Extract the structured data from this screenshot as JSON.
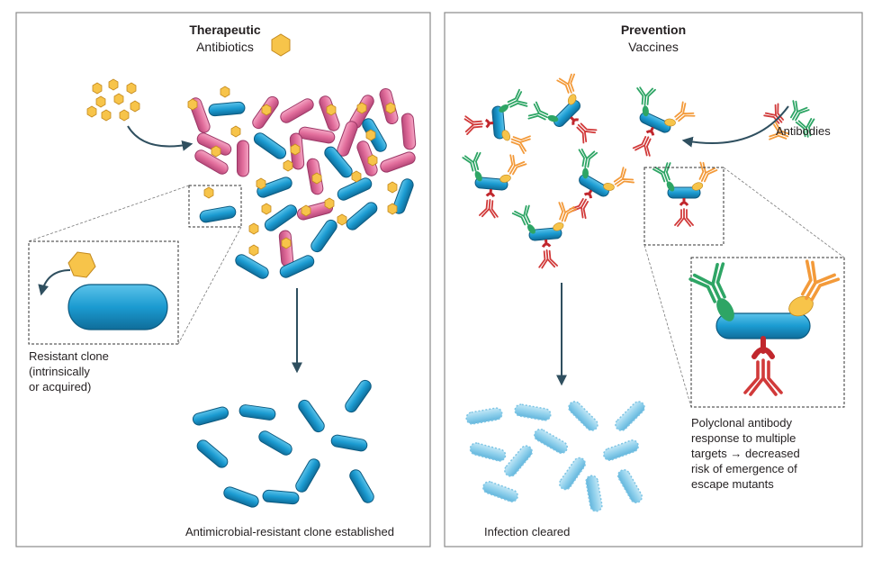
{
  "left_panel": {
    "title": "Therapeutic",
    "subtitle": "Antibiotics",
    "resistant_label": [
      "Resistant clone",
      "(intrinsically",
      "or acquired)"
    ],
    "outcome": "Antimicrobial-resistant clone established"
  },
  "right_panel": {
    "title": "Prevention",
    "subtitle": "Vaccines",
    "antibodies_label": "Antibodies",
    "outcome": "Infection cleared",
    "polyclonal_label": [
      "Polyclonal antibody",
      "response to multiple",
      "targets → decreased",
      "risk of emergence of",
      "escape mutants"
    ]
  },
  "colors": {
    "bacterium_blue": "#1b9bd1",
    "bacterium_pink": "#e26e9c",
    "antibiotic_yellow": "#f7c44a",
    "antibody_green": "#2ea565",
    "antibody_orange": "#f39a3a",
    "antibody_red": "#d13a3a",
    "cleared_blue": "#8fd0ec"
  }
}
